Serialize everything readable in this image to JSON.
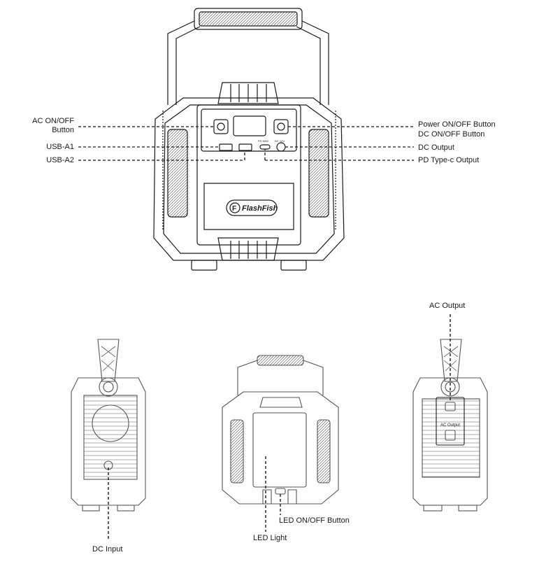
{
  "labels": {
    "ac_onoff_line1": "AC ON/OFF",
    "ac_onoff_line2": "Button",
    "usb_a1": "USB-A1",
    "usb_a2": "USB-A2",
    "power_onoff": "Power ON/OFF Button",
    "dc_onoff": "DC ON/OFF Button",
    "dc_output": "DC Output",
    "pd_typec": "PD Type-c Output",
    "ac_output": "AC Output",
    "dc_input": "DC Input",
    "led_light": "LED Light",
    "led_onoff": "LED ON/OFF Button"
  },
  "device": {
    "brand": "FlashFish",
    "brand_mark": "F",
    "panel_pd": "PD 60W",
    "panel_dc": "DC 12V",
    "ac_output_label": "AC Output"
  },
  "colors": {
    "line": "#1a1a1a",
    "fill_dark": "#333333",
    "fill_gray": "#8a8a8a"
  }
}
